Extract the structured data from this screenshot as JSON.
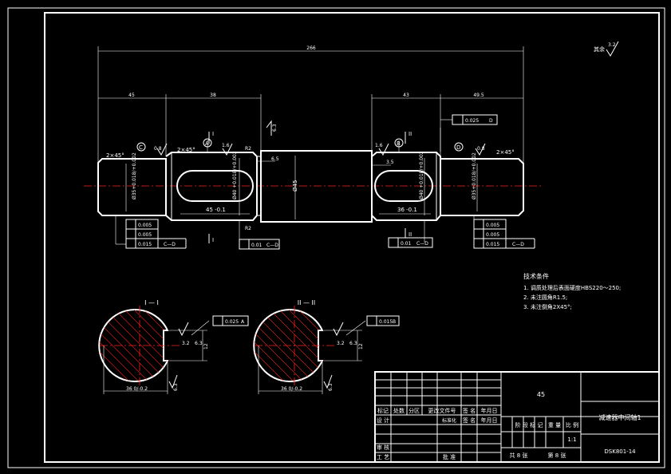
{
  "dims": {
    "overall": "266",
    "seg1": "45",
    "seg2": "38",
    "seg3": "43",
    "seg4": "49.5",
    "step1": "6.5",
    "step2": "3.5",
    "mid_diameter": "Ø45",
    "left_journal": "Ø35+0.018/+0.002",
    "right_journal": "Ø35+0.018/+0.002",
    "left_key_seat": "Ø40 +0.018/+0.002",
    "right_key_seat": "Ø40 +0.018/+0.002",
    "left_key_len": "45 -0.1",
    "right_key_len": "36 -0.1",
    "chamfer_left": "2×45°",
    "chamfer_mid": "2×45°",
    "chamfer_right": "2×45°",
    "r1": "R2",
    "r2": "R2"
  },
  "roughness": {
    "rest": "其余",
    "rest_val": "3.2",
    "r_c": "0.8",
    "r_a": "1.6",
    "r_b": "1.6",
    "r_d": "0.8",
    "r_shoulder": "6.3"
  },
  "datums": {
    "a": "A",
    "b": "B",
    "c": "C",
    "d": "D"
  },
  "tolerances": {
    "perp_top": "0.025",
    "perp_top_ref": "D",
    "left_t1": "0.005",
    "left_t2": "0.005",
    "left_t3": "0.015",
    "left_t3_ref": "C—D",
    "mid_left": "0.01",
    "mid_left_ref": "C—D",
    "mid_right": "0.01",
    "mid_right_ref": "C—D",
    "right_t1": "0.005",
    "right_t2": "0.005",
    "right_t3": "0.015",
    "right_t3_ref": "C—D",
    "sec1": "0.025",
    "sec1_ref": "A",
    "sec2": "0.015",
    "sec2_ref": "B"
  },
  "sections": {
    "label1": "I — I",
    "label2": "II — II",
    "cut_i": "I",
    "cut_ii": "II",
    "sec1_width": "36 0/-0.2",
    "sec2_width": "36 0/-0.2",
    "sec1_key": "12",
    "sec2_key": "12",
    "sec1_r1": "3.2",
    "sec1_r2": "6.3",
    "sec2_r1": "3.2",
    "sec2_r2": "6.3",
    "sec_bottom_r": "6.3"
  },
  "tech": {
    "title": "技术条件",
    "line1": "1. 调质处理后表面硬度HBS220～250;",
    "line2": "2. 未注圆角R1.5;",
    "line3": "3. 未注倒角2X45°;"
  },
  "title_block": {
    "material": "45",
    "part_name": "减速器中间轴1",
    "drawing_no": "DSK801-14",
    "scale": "1:1",
    "h_mark": "标记",
    "h_count": "处数",
    "h_zone": "分区",
    "h_doc": "更改文件号",
    "h_sign": "签 名",
    "h_date": "年月日",
    "h_design": "设 计",
    "h_std": "标准化",
    "h_sign2": "签 名",
    "h_date2": "年月日",
    "h_stage": "阶 段 标 记",
    "h_weight": "重 量",
    "h_scale": "比 例",
    "h_review": "审 核",
    "h_process": "工 艺",
    "h_approve": "批 准",
    "h_total": "共 8 张",
    "h_sheet": "第 8 张"
  }
}
